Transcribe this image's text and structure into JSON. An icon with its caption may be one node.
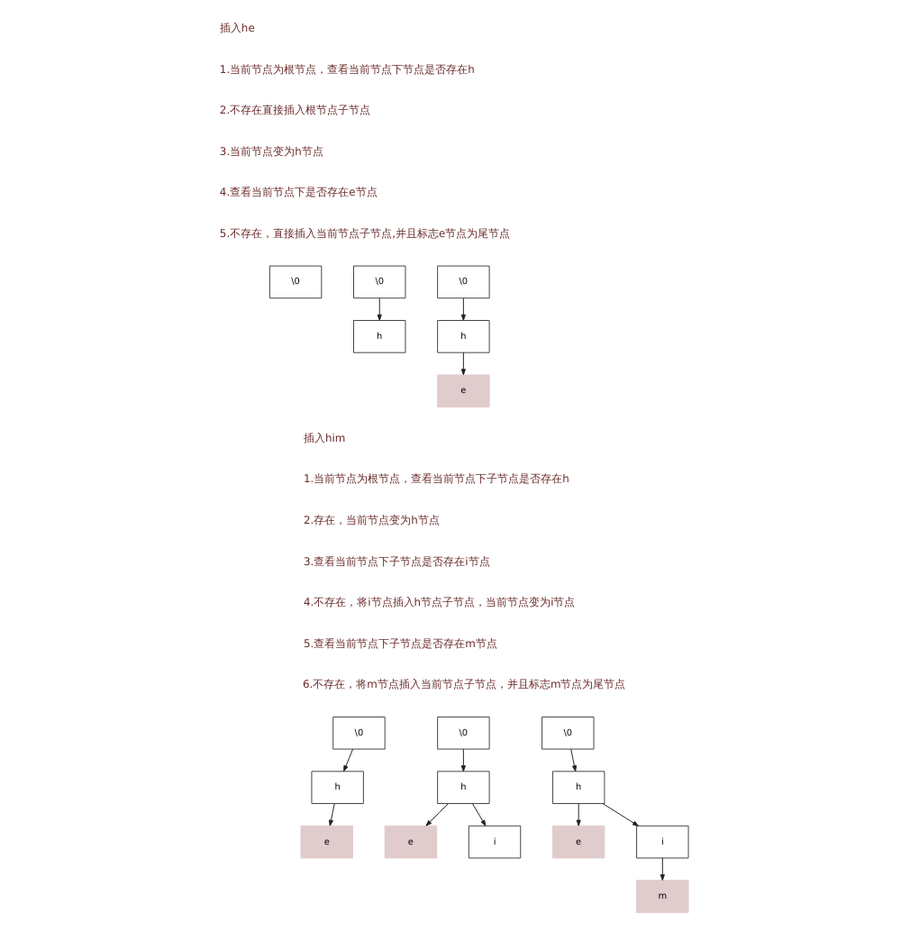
{
  "diagram": {
    "nodes": [
      {
        "text": [
          "\\0"
        ]
      },
      {
        "text": [
          "\\0"
        ]
      },
      {
        "text": [
          "h"
        ]
      },
      {
        "text": [
          "\\0"
        ]
      },
      {
        "text": [
          "h"
        ]
      },
      {
        "text": [
          "e"
        ]
      },
      {
        "text": [
          "\\0"
        ]
      },
      {
        "text": [
          "h"
        ]
      },
      {
        "text": [
          "e"
        ]
      },
      {
        "text": [
          "\\0"
        ]
      },
      {
        "text": [
          "h"
        ]
      },
      {
        "text": [
          "e"
        ]
      },
      {
        "text": [
          "i"
        ]
      },
      {
        "text": [
          "\\0"
        ]
      },
      {
        "text": [
          "h"
        ]
      },
      {
        "text": [
          "e"
        ]
      },
      {
        "text": [
          "i"
        ]
      },
      {
        "text": [
          "m"
        ]
      }
    ],
    "edges": [
      {
        "from": 1,
        "to": 2,
        "arrow": "to"
      },
      {
        "from": 3,
        "to": 4,
        "arrow": "to"
      },
      {
        "from": 4,
        "to": 5,
        "arrow": "to"
      },
      {
        "from": 6,
        "to": 7,
        "arrow": "to"
      },
      {
        "from": 7,
        "to": 8,
        "arrow": "to"
      },
      {
        "from": 9,
        "to": 10,
        "arrow": "to"
      },
      {
        "from": 10,
        "to": 11,
        "arrow": "to"
      },
      {
        "from": 10,
        "to": 12,
        "arrow": "to"
      },
      {
        "from": 13,
        "to": 14,
        "arrow": "to"
      },
      {
        "from": 14,
        "to": 15,
        "arrow": "to"
      },
      {
        "from": 14,
        "to": 16,
        "arrow": "to"
      },
      {
        "from": 16,
        "to": 17,
        "arrow": "to"
      }
    ],
    "labels": [
      "插入he",
      "1.当前节点为根节点，查看当前节点下节点是否存在h",
      "2.不存在直接插入根节点子节点",
      "3.当前节点变为h节点",
      "4.查看当前节点下是否存在e节点",
      "5.不存在，直接插入当前节点子节点,并且标志e节点为尾节点",
      "插入him",
      "1.当前节点为根节点，查看当前节点下子节点是否存在h",
      "2.存在，当前节点变为h节点",
      "3.查看当前节点下子节点是否存在i节点",
      "4.不存在，将i节点插入h节点子节点，当前节点变为i节点",
      "5.查看当前节点下子节点是否存在m节点",
      "6.不存在，将m节点插入当前节点子节点，并且标志m节点为尾节点"
    ]
  }
}
